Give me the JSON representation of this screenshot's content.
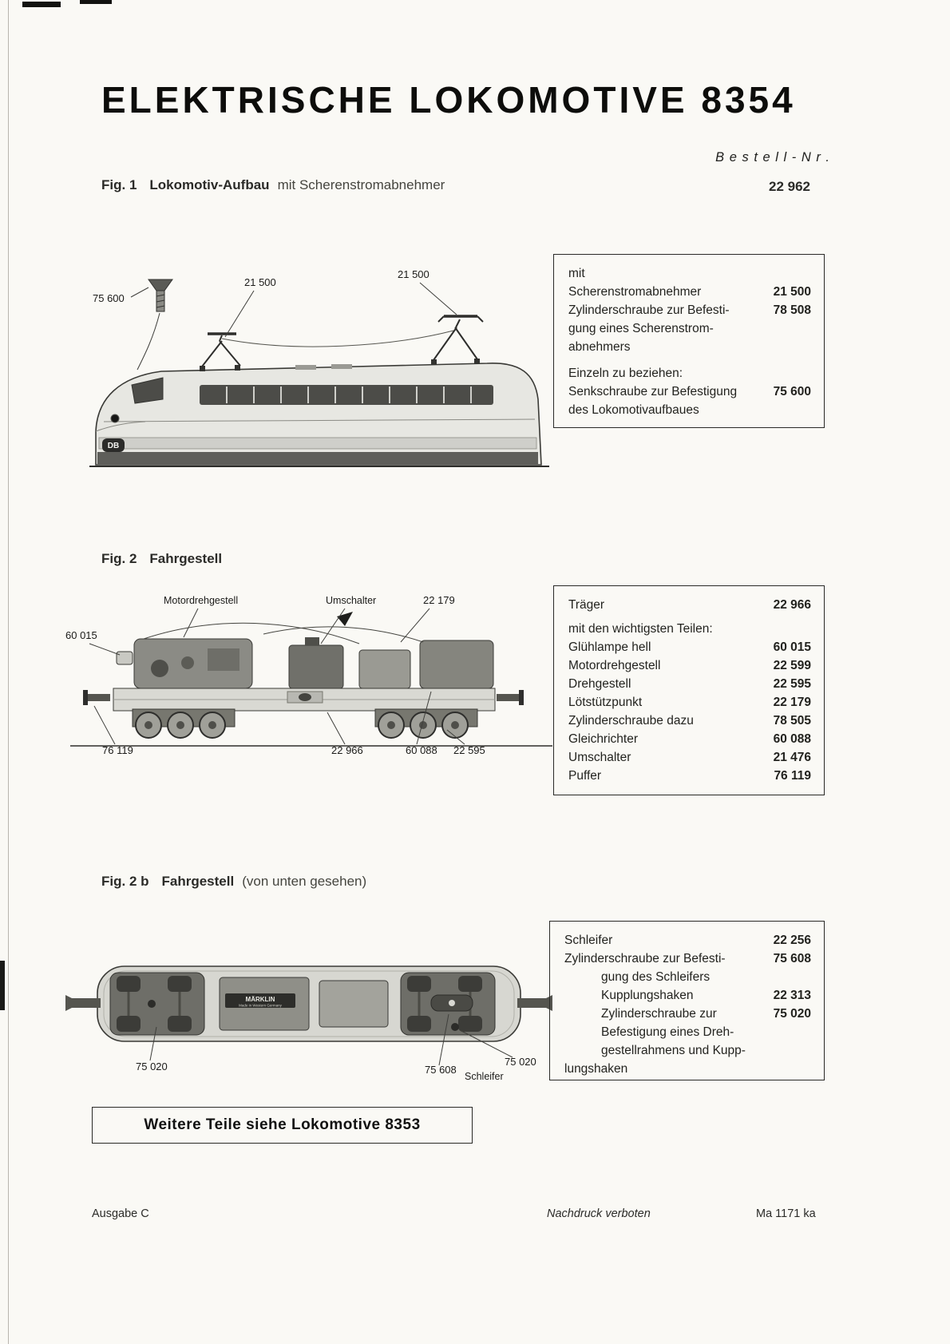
{
  "header": {
    "title": "ELEKTRISCHE LOKOMOTIVE 8354",
    "bestell_label": "B e s t e l l - N r ."
  },
  "fig1": {
    "label": "Fig. 1",
    "title": "Lokomotiv-Aufbau",
    "subtitle": "mit Scherenstromabnehmer",
    "order_no": "22 962",
    "logo": "DB",
    "callouts": {
      "c1": "75 600",
      "c2": "21 500",
      "c3": "21 500"
    },
    "box": {
      "lines": [
        {
          "t": "mit",
          "n": ""
        },
        {
          "t": "Scherenstromabnehmer",
          "n": "21 500"
        },
        {
          "t": "Zylinderschraube zur Befesti-",
          "n": "78 508"
        },
        {
          "t": "gung eines Scherenstrom-",
          "n": ""
        },
        {
          "t": "abnehmers",
          "n": ""
        },
        {
          "t": "Einzeln zu beziehen:",
          "n": ""
        },
        {
          "t": "Senkschraube zur Befestigung",
          "n": "75 600"
        },
        {
          "t": "des Lokomotivaufbaues",
          "n": ""
        }
      ]
    }
  },
  "fig2": {
    "label": "Fig. 2",
    "title": "Fahrgestell",
    "callouts": {
      "motor": "Motordrehgestell",
      "umschalter": "Umschalter",
      "c22179": "22 179",
      "c60015": "60 015",
      "c76119": "76 119",
      "c22966": "22 966",
      "c60088": "60 088",
      "c22595": "22 595"
    },
    "box": {
      "lines": [
        {
          "t": "Träger",
          "n": "22 966"
        },
        {
          "t": "mit den wichtigsten Teilen:",
          "n": ""
        },
        {
          "t": "Glühlampe hell",
          "n": "60 015"
        },
        {
          "t": "Motordrehgestell",
          "n": "22 599"
        },
        {
          "t": "Drehgestell",
          "n": "22 595"
        },
        {
          "t": "Lötstützpunkt",
          "n": "22 179"
        },
        {
          "t": "Zylinderschraube dazu",
          "n": "78 505"
        },
        {
          "t": "Gleichrichter",
          "n": "60 088"
        },
        {
          "t": "Umschalter",
          "n": "21 476"
        },
        {
          "t": "Puffer",
          "n": "76 119"
        }
      ]
    }
  },
  "fig2b": {
    "label": "Fig. 2 b",
    "title": "Fahrgestell",
    "subtitle": "(von unten gesehen)",
    "plate1": "MÄRKLIN",
    "plate2": "Made in Western Germany",
    "callouts": {
      "c75020a": "75 020",
      "c75608": "75 608",
      "schleifer": "Schleifer",
      "c75020b": "75 020"
    },
    "box": {
      "lines": [
        {
          "t": "Schleifer",
          "n": "22 256"
        },
        {
          "t": "Zylinderschraube zur Befesti-",
          "n": "75 608"
        },
        {
          "t": "gung des Schleifers",
          "n": ""
        },
        {
          "t": "Kupplungshaken",
          "n": "22 313"
        },
        {
          "t": "Zylinderschraube zur",
          "n": "75 020"
        },
        {
          "t": "Befestigung eines Dreh-",
          "n": ""
        },
        {
          "t": "gestellrahmens und Kupp-",
          "n": ""
        },
        {
          "t": "lungshaken",
          "n": ""
        }
      ]
    }
  },
  "note": {
    "text": "Weitere Teile siehe Lokomotive 8353"
  },
  "footer": {
    "left": "Ausgabe C",
    "center": "Nachdruck verboten",
    "right": "Ma 1171 ka"
  }
}
